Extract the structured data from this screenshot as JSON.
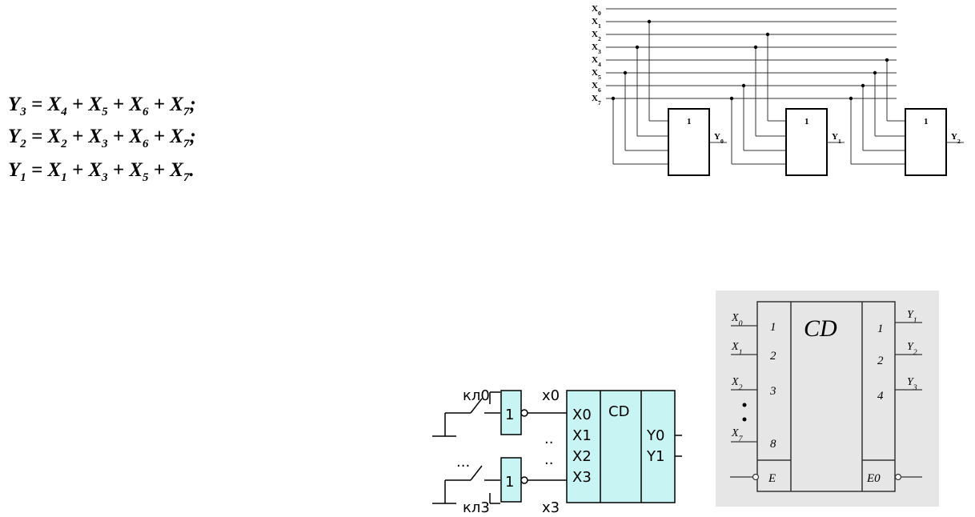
{
  "equations": [
    {
      "lhs": "Y",
      "lhs_sub": "3",
      "terms": [
        {
          "v": "X",
          "s": "4"
        },
        {
          "v": "X",
          "s": "5"
        },
        {
          "v": "X",
          "s": "6"
        },
        {
          "v": "X",
          "s": "7"
        }
      ],
      "end": ";"
    },
    {
      "lhs": "Y",
      "lhs_sub": "2",
      "terms": [
        {
          "v": "X",
          "s": "2"
        },
        {
          "v": "X",
          "s": "3"
        },
        {
          "v": "X",
          "s": "6"
        },
        {
          "v": "X",
          "s": "7"
        }
      ],
      "end": ";"
    },
    {
      "lhs": "Y",
      "lhs_sub": "1",
      "terms": [
        {
          "v": "X",
          "s": "1"
        },
        {
          "v": "X",
          "s": "3"
        },
        {
          "v": "X",
          "s": "5"
        },
        {
          "v": "X",
          "s": "7"
        }
      ],
      "end": "."
    }
  ],
  "encoder_circuit": {
    "input_lines": [
      {
        "v": "X",
        "s": "0"
      },
      {
        "v": "X",
        "s": "1"
      },
      {
        "v": "X",
        "s": "2"
      },
      {
        "v": "X",
        "s": "3"
      },
      {
        "v": "X",
        "s": "4"
      },
      {
        "v": "X",
        "s": "5"
      },
      {
        "v": "X",
        "s": "6"
      },
      {
        "v": "X",
        "s": "7"
      }
    ],
    "gates": [
      {
        "label": "1",
        "out": "Y",
        "out_sub": "0",
        "taps": [
          1,
          3,
          5,
          7
        ]
      },
      {
        "label": "1",
        "out": "Y",
        "out_sub": "1",
        "taps": [
          2,
          3,
          6,
          7
        ]
      },
      {
        "label": "1",
        "out": "Y",
        "out_sub": "2",
        "taps": [
          4,
          5,
          6,
          7
        ]
      }
    ]
  },
  "switch_circuit": {
    "key_top": "кл0",
    "key_bottom": "кл3",
    "dots_left": "...",
    "inverter_label": "1",
    "wire_top": "x0",
    "wire_bottom": "x3",
    "inputs": [
      "X0",
      "X1",
      "X2",
      "X3"
    ],
    "dots_inputs": [
      "..",
      ".."
    ],
    "title": "CD",
    "outputs": [
      "Y0",
      "Y1"
    ],
    "colors": {
      "fill": "#c8f4f4",
      "stroke": "#000000"
    }
  },
  "cd_symbol": {
    "title": "CD",
    "inputs": [
      {
        "v": "X",
        "s": "0",
        "n": "1"
      },
      {
        "v": "X",
        "s": "1",
        "n": "2"
      },
      {
        "v": "X",
        "s": "2",
        "n": "3"
      }
    ],
    "input_last": {
      "v": "X",
      "s": "7",
      "n": "8"
    },
    "outputs": [
      {
        "v": "Y",
        "s": "1",
        "n": "1"
      },
      {
        "v": "Y",
        "s": "2",
        "n": "2"
      },
      {
        "v": "Y",
        "s": "3",
        "n": "4"
      }
    ],
    "enable_in": "E",
    "enable_out": "E0",
    "colors": {
      "background": "#e6e6e6"
    }
  }
}
